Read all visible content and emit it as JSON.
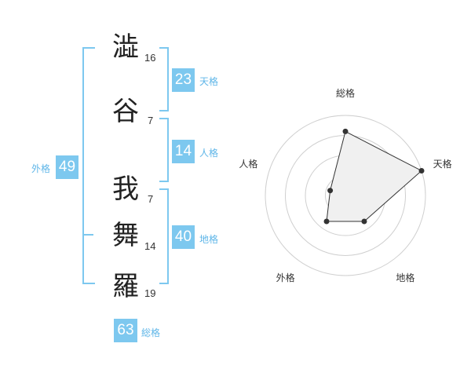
{
  "name": {
    "characters": [
      {
        "char": "澁",
        "strokes": "16"
      },
      {
        "char": "谷",
        "strokes": "7"
      },
      {
        "char": "我",
        "strokes": "7"
      },
      {
        "char": "舞",
        "strokes": "14"
      },
      {
        "char": "羅",
        "strokes": "19"
      }
    ]
  },
  "fortune": {
    "tenkaku": {
      "value": "23",
      "label": "天格"
    },
    "jinkaku": {
      "value": "14",
      "label": "人格"
    },
    "chikaku": {
      "value": "40",
      "label": "地格"
    },
    "gaikaku": {
      "value": "49",
      "label": "外格"
    },
    "soukaku": {
      "value": "63",
      "label": "総格"
    }
  },
  "chart_data": {
    "type": "radar",
    "axes": [
      "総格",
      "天格",
      "地格",
      "外格",
      "人格"
    ],
    "values": [
      4,
      5,
      2,
      2,
      1
    ],
    "max": 5,
    "rings": 4
  }
}
